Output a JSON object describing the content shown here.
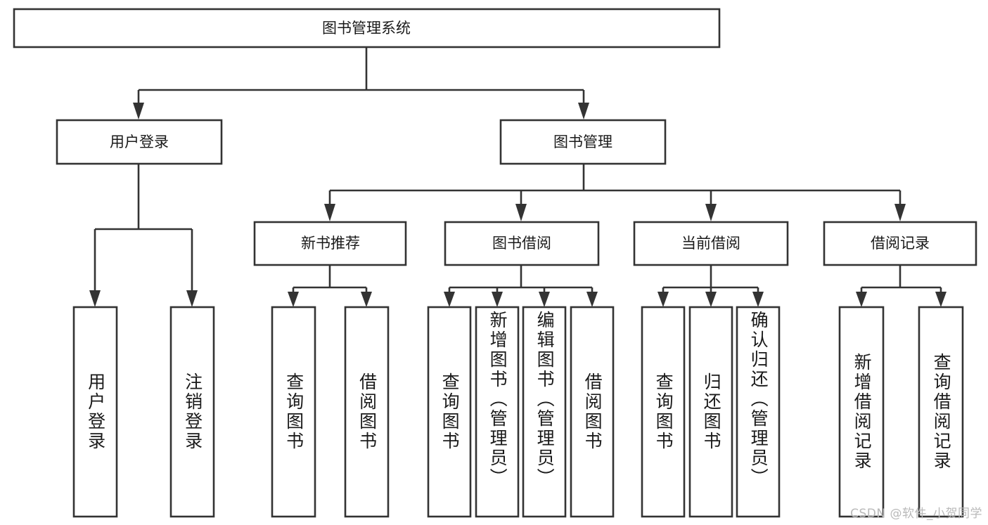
{
  "diagram": {
    "title": "图书管理系统",
    "type": "tree-hierarchy-diagram",
    "watermark": "CSDN @软件_小贺同学",
    "colors": {
      "background": "#ffffff",
      "stroke": "#333333",
      "text": "#1a1a1a",
      "watermark": "#b9b9b9"
    },
    "levels": {
      "root": {
        "label": "图书管理系统",
        "orientation": "horizontal"
      },
      "level2": [
        {
          "id": "user-login",
          "label": "用户登录",
          "orientation": "horizontal"
        },
        {
          "id": "book-management",
          "label": "图书管理",
          "orientation": "horizontal"
        }
      ],
      "level3": [
        {
          "id": "new-book-recommend",
          "label": "新书推荐",
          "orientation": "horizontal",
          "parent": "book-management"
        },
        {
          "id": "book-borrow",
          "label": "图书借阅",
          "orientation": "horizontal",
          "parent": "book-management"
        },
        {
          "id": "current-borrow",
          "label": "当前借阅",
          "orientation": "horizontal",
          "parent": "book-management"
        },
        {
          "id": "borrow-record",
          "label": "借阅记录",
          "orientation": "horizontal",
          "parent": "book-management"
        }
      ],
      "leaves": [
        {
          "id": "leaf-user-login",
          "label": "用户登录",
          "orientation": "vertical",
          "parent": "user-login"
        },
        {
          "id": "leaf-user-logout",
          "label": "注销登录",
          "orientation": "vertical",
          "parent": "user-login"
        },
        {
          "id": "leaf-query-book-1",
          "label": "查询图书",
          "orientation": "vertical",
          "parent": "new-book-recommend"
        },
        {
          "id": "leaf-borrow-book-1",
          "label": "借阅图书",
          "orientation": "vertical",
          "parent": "new-book-recommend"
        },
        {
          "id": "leaf-query-book-2",
          "label": "查询图书",
          "orientation": "vertical",
          "parent": "book-borrow"
        },
        {
          "id": "leaf-add-book",
          "label": "新增图书（管理员）",
          "orientation": "vertical",
          "parent": "book-borrow"
        },
        {
          "id": "leaf-edit-book",
          "label": "编辑图书（管理员）",
          "orientation": "vertical",
          "parent": "book-borrow"
        },
        {
          "id": "leaf-borrow-book-2",
          "label": "借阅图书",
          "orientation": "vertical",
          "parent": "book-borrow"
        },
        {
          "id": "leaf-query-book-3",
          "label": "查询图书",
          "orientation": "vertical",
          "parent": "current-borrow"
        },
        {
          "id": "leaf-return-book",
          "label": "归还图书",
          "orientation": "vertical",
          "parent": "current-borrow"
        },
        {
          "id": "leaf-confirm-return",
          "label": "确认归还（管理员）",
          "orientation": "vertical",
          "parent": "current-borrow"
        },
        {
          "id": "leaf-add-record",
          "label": "新增借阅记录",
          "orientation": "vertical",
          "parent": "borrow-record"
        },
        {
          "id": "leaf-query-record",
          "label": "查询借阅记录",
          "orientation": "vertical",
          "parent": "borrow-record"
        }
      ]
    }
  }
}
